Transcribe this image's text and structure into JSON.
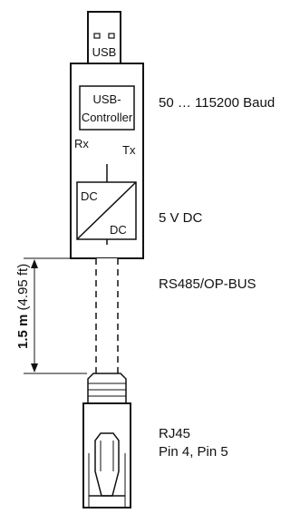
{
  "device": {
    "plug_label": "USB",
    "controller_label_line1": "USB-",
    "controller_label_line2": "Controller",
    "rx_label": "Rx",
    "tx_label": "Tx",
    "converter_top_label": "DC",
    "converter_bottom_label": "DC"
  },
  "callouts": {
    "baud_rate": "50 … 115200 Baud",
    "voltage": "5 V DC",
    "bus": "RS485/OP-BUS",
    "connector_line1": "RJ45",
    "connector_line2": "Pin 4, Pin 5"
  },
  "dimension": {
    "length_bold": "1.5 m",
    "length_alt": " (4.95 ft)"
  }
}
